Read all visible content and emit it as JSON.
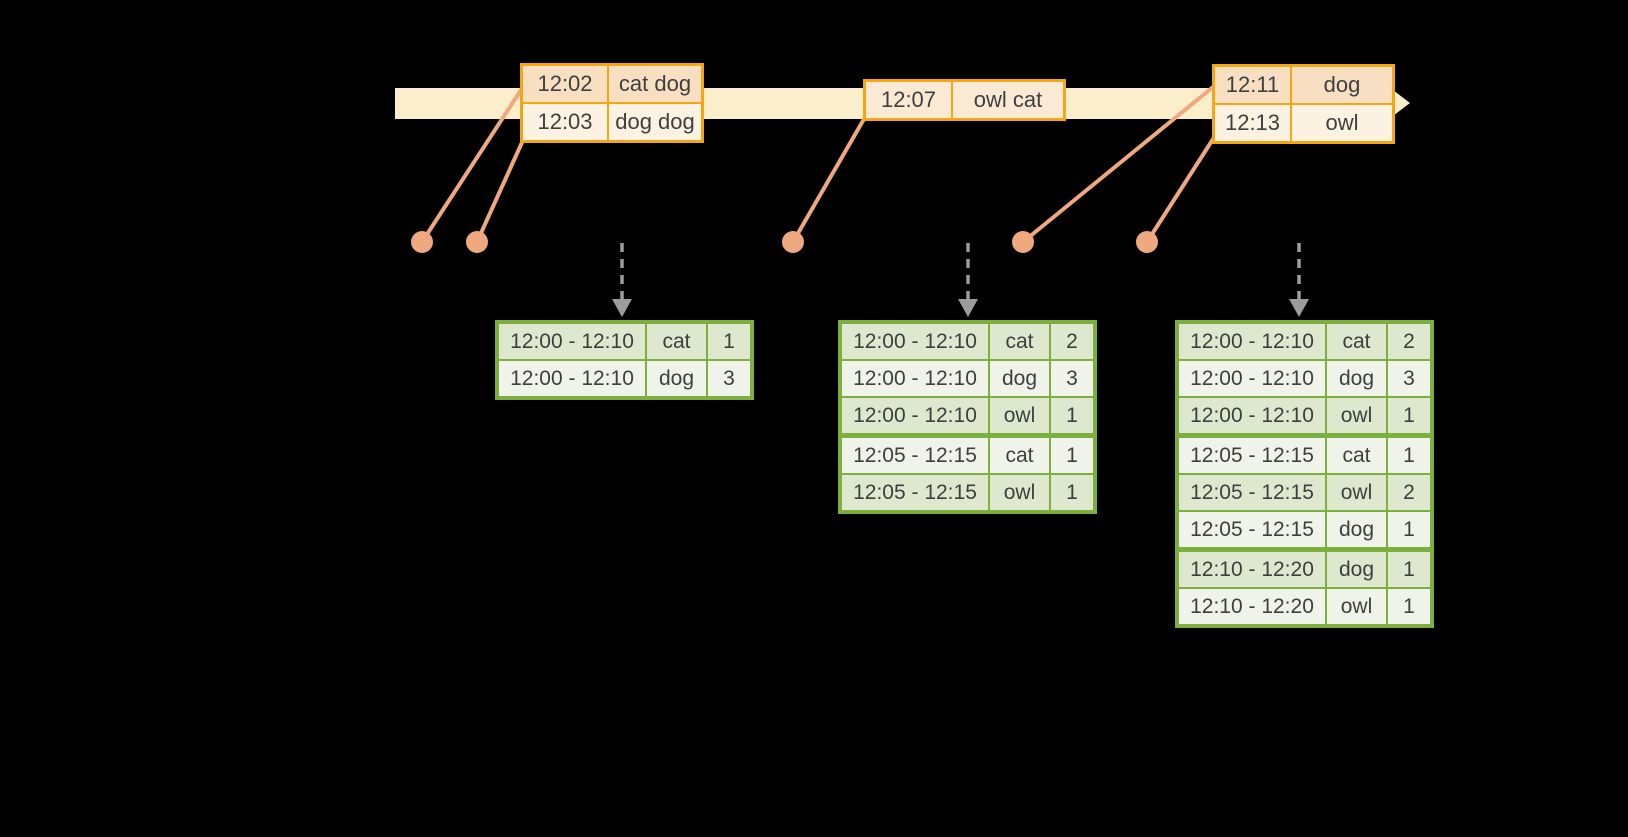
{
  "colors": {
    "background": "#000000",
    "timeline_band": "#FBEECA",
    "event_table_border": "#F3A712",
    "event_row_dark": "#F8DFC2",
    "event_row_mid": "#FBE9D4",
    "event_row_light": "#FCF2E2",
    "connector_salmon": "#F0A87E",
    "trigger_arrow_gray": "#9C9C9C",
    "result_table_border": "#7BB03E",
    "result_row_dark": "#DDE8CE",
    "result_row_light": "#EFF3E9",
    "text": "#3F3F3F"
  },
  "event_tables": [
    {
      "rows": [
        {
          "time": "12:02",
          "words": "cat dog",
          "tone": "dark"
        },
        {
          "time": "12:03",
          "words": "dog dog",
          "tone": "light"
        }
      ]
    },
    {
      "rows": [
        {
          "time": "12:07",
          "words": "owl cat",
          "tone": "mid"
        }
      ]
    },
    {
      "rows": [
        {
          "time": "12:11",
          "words": "dog",
          "tone": "dark"
        },
        {
          "time": "12:13",
          "words": "owl",
          "tone": "light"
        }
      ]
    }
  ],
  "result_tables": [
    {
      "rows": [
        {
          "window": "12:00 - 12:10",
          "word": "cat",
          "count": "1"
        },
        {
          "window": "12:00 - 12:10",
          "word": "dog",
          "count": "3"
        }
      ]
    },
    {
      "rows": [
        {
          "window": "12:00 - 12:10",
          "word": "cat",
          "count": "2"
        },
        {
          "window": "12:00 - 12:10",
          "word": "dog",
          "count": "3"
        },
        {
          "window": "12:00 - 12:10",
          "word": "owl",
          "count": "1"
        },
        {
          "window": "12:05 - 12:15",
          "word": "cat",
          "count": "1"
        },
        {
          "window": "12:05 - 12:15",
          "word": "owl",
          "count": "1"
        }
      ]
    },
    {
      "rows": [
        {
          "window": "12:00 - 12:10",
          "word": "cat",
          "count": "2"
        },
        {
          "window": "12:00 - 12:10",
          "word": "dog",
          "count": "3"
        },
        {
          "window": "12:00 - 12:10",
          "word": "owl",
          "count": "1"
        },
        {
          "window": "12:05 - 12:15",
          "word": "cat",
          "count": "1"
        },
        {
          "window": "12:05 - 12:15",
          "word": "owl",
          "count": "2"
        },
        {
          "window": "12:05 - 12:15",
          "word": "dog",
          "count": "1"
        },
        {
          "window": "12:10 - 12:20",
          "word": "dog",
          "count": "1"
        },
        {
          "window": "12:10 - 12:20",
          "word": "owl",
          "count": "1"
        }
      ]
    }
  ]
}
